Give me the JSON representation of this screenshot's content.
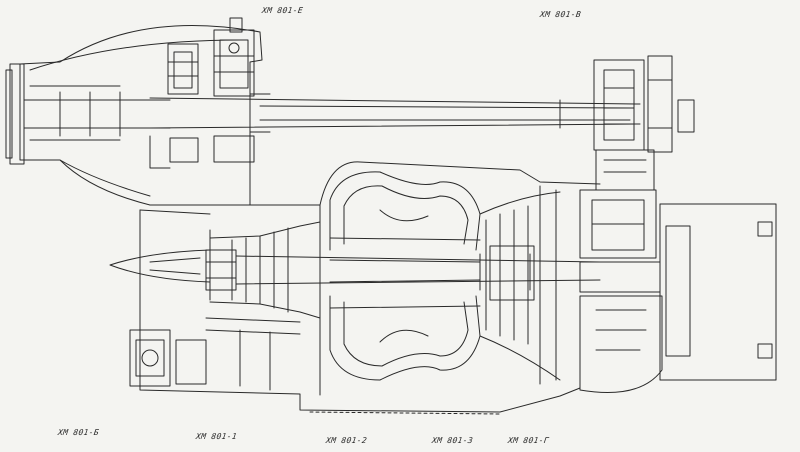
{
  "drawing": {
    "labels": {
      "top_center": "ХМ 801-Е",
      "top_right": "ХМ 801-В",
      "bottom_1": "ХМ 801-Б",
      "bottom_2": "ХМ 801-1",
      "bottom_3": "ХМ 801-2",
      "bottom_4": "ХМ 801-3",
      "bottom_5": "ХМ 801-Г"
    },
    "colors": {
      "paper": "#f4f4f1",
      "ink": "#2a2a2a"
    }
  }
}
